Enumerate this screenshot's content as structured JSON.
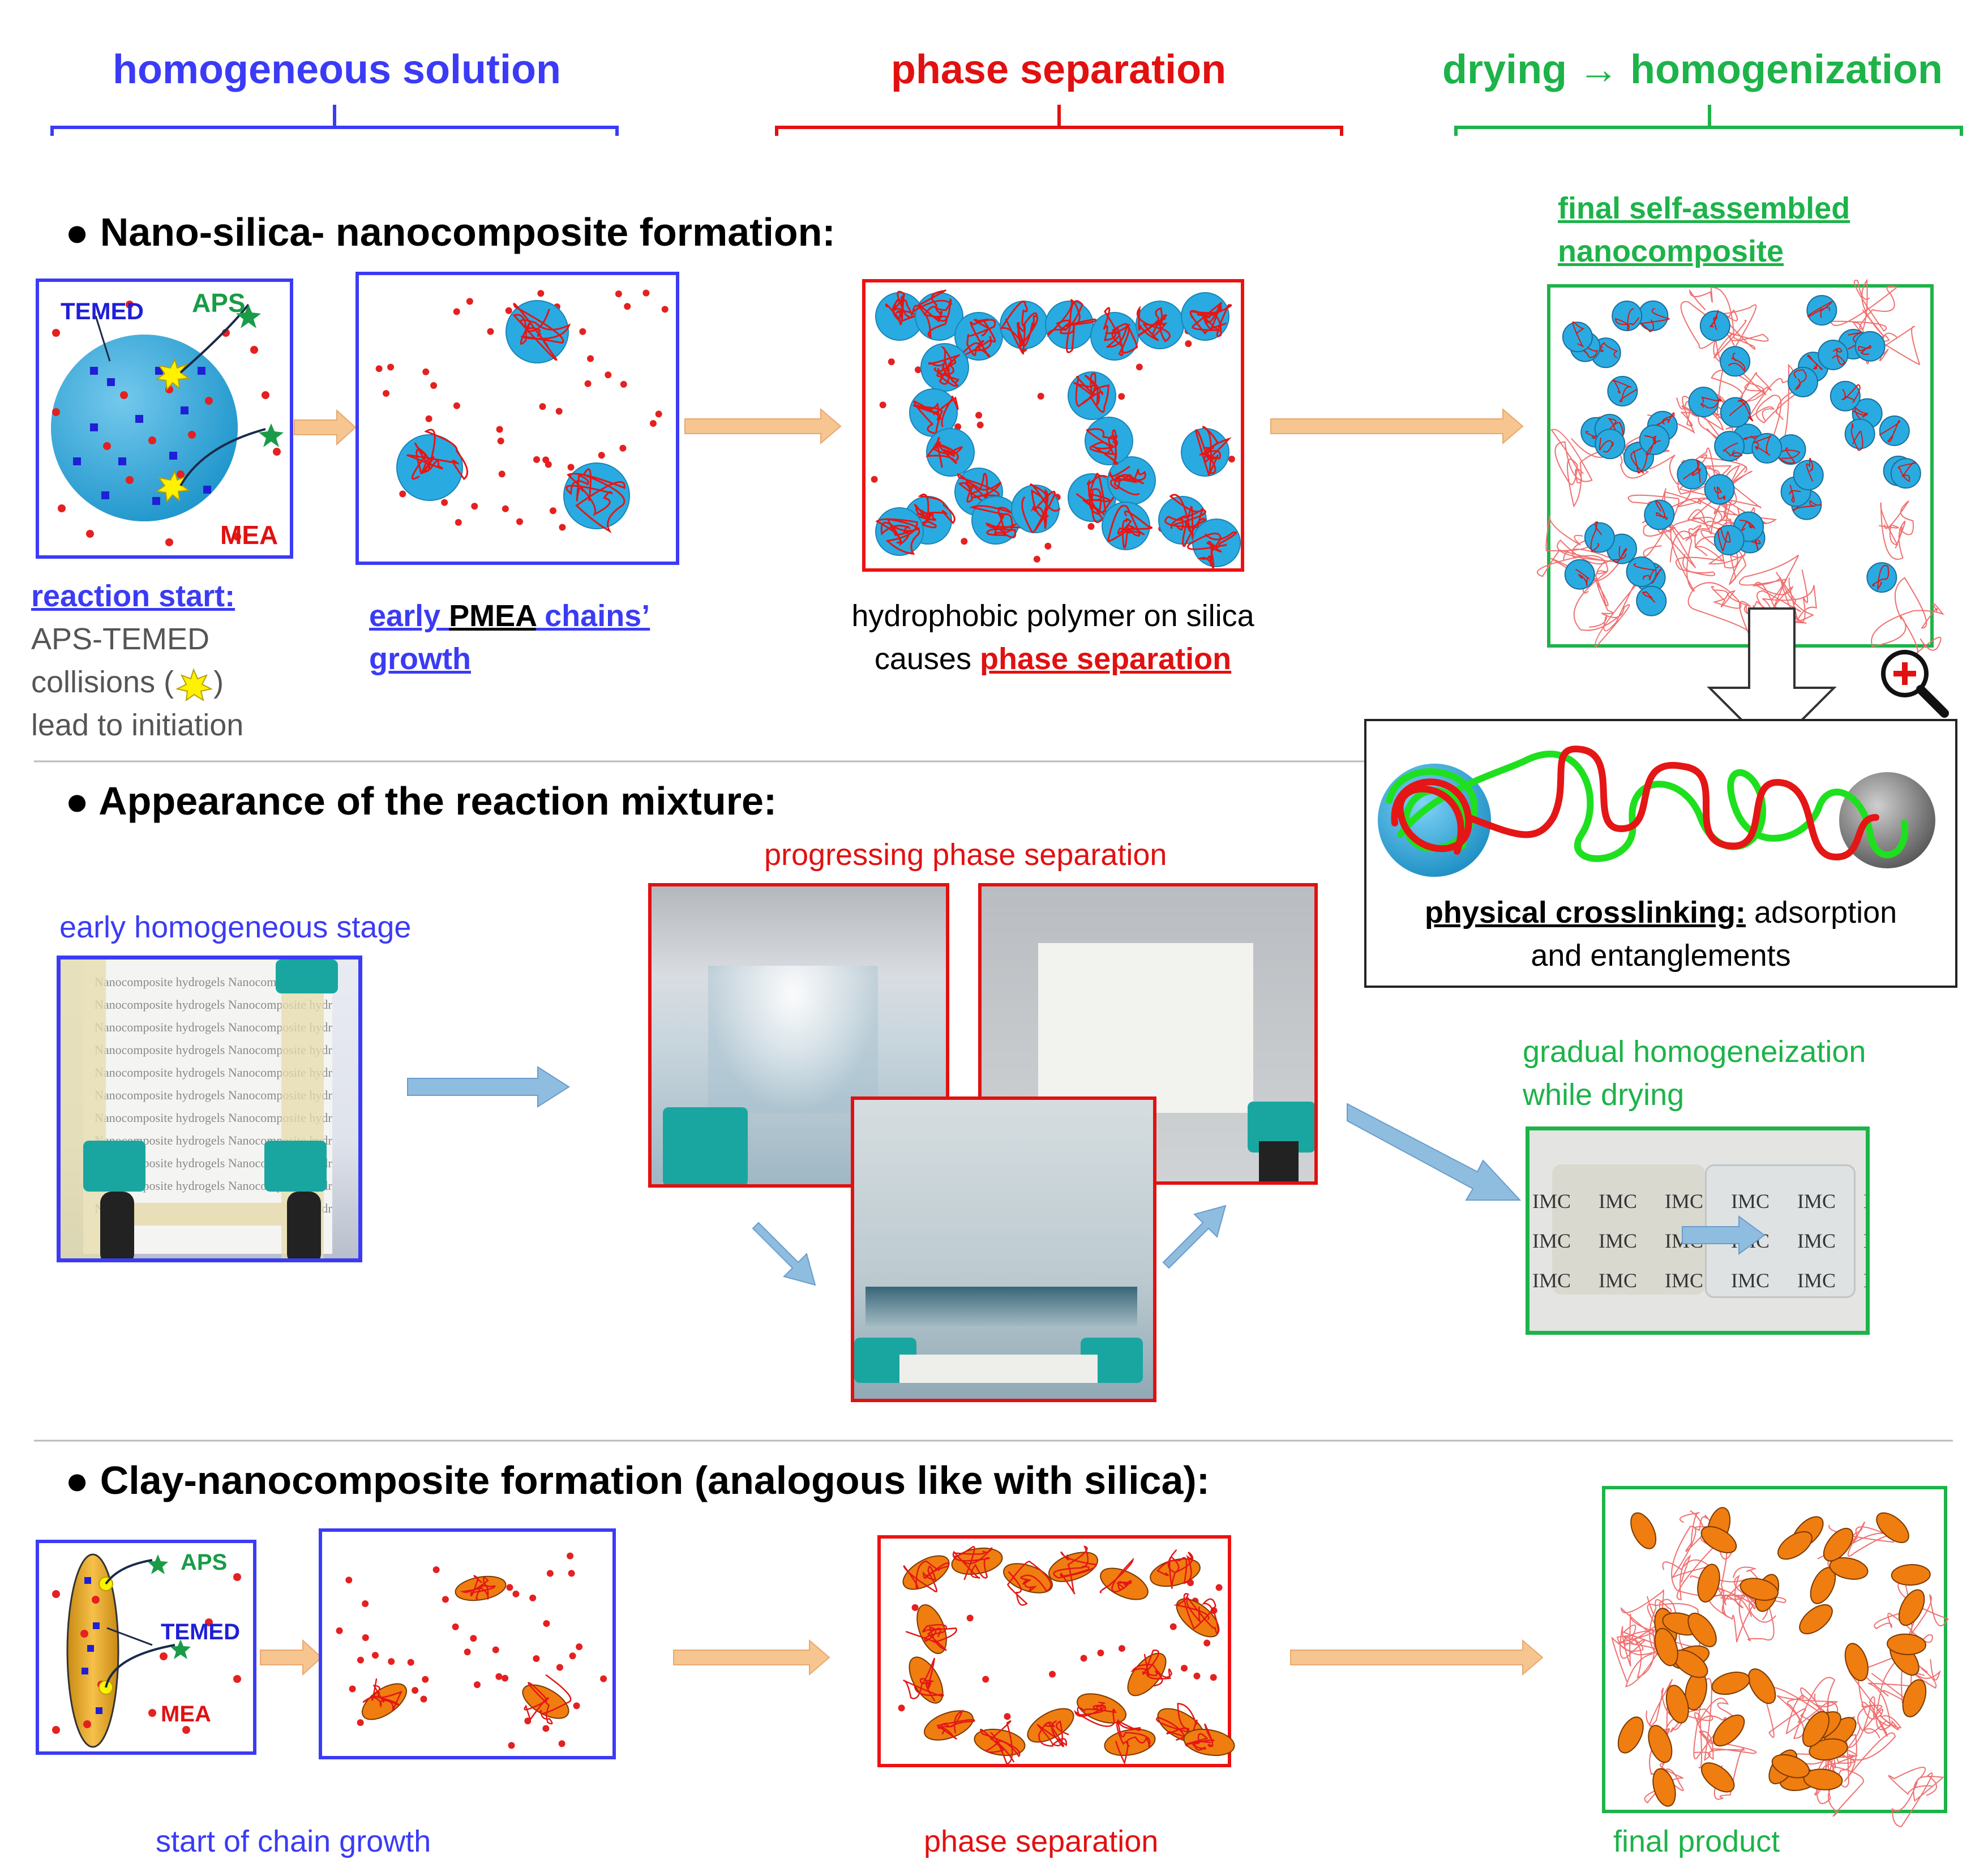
{
  "stage_headers": {
    "stage1": "homogeneous solution",
    "stage2": "phase separation",
    "stage3": "drying → homogenization"
  },
  "sections": {
    "silica": "● Nano-silica- nanocomposite formation:",
    "appearance": "● Appearance of the reaction mixture:",
    "clay": "● Clay-nanocomposite formation (analogous like with silica):"
  },
  "silica_panel": {
    "label_temed": "TEMED",
    "label_aps": "APS",
    "label_mea": "MEA",
    "caption_start_title": "reaction start:",
    "caption_start_line1": "APS-TEMED",
    "caption_start_line2a": "collisions (",
    "caption_start_line2b": ")",
    "caption_start_line3": "lead to initiation",
    "caption_growth_a": "early ",
    "caption_growth_b": "PMEA",
    "caption_growth_c": " chains’",
    "caption_growth_d": "growth",
    "caption_phase_line1": "hydrophobic polymer on silica",
    "caption_phase_line2a": "causes ",
    "caption_phase_line2b": "phase separation",
    "caption_final_line1": "final self-assembled",
    "caption_final_line2": "nanocomposite"
  },
  "zoom_box": {
    "bold": "physical crosslinking:",
    "rest1": " adsorption",
    "rest2": "and entanglements"
  },
  "appearance": {
    "early_stage": "early homogeneous stage",
    "progressing": "progressing phase separation",
    "gradual_line1": "gradual homogeneization",
    "gradual_line2": "while drying",
    "paper_text": "Nanocomposite hydrogels",
    "sample_text": "IMC"
  },
  "clay_panel": {
    "label_aps": "APS",
    "label_temed": "TEMED",
    "label_mea": "MEA",
    "caption_start": "start of chain growth",
    "caption_phase": "phase separation",
    "caption_final": "final product"
  },
  "colors": {
    "blue": "#3b3bf5",
    "red": "#e11111",
    "green": "#1db349",
    "silica": "#29abe2",
    "clay": "#f07d10",
    "arrow_orange": "#f7c58f",
    "arrow_blue": "#8fbde0"
  },
  "icons": [
    "magnifier-plus-icon",
    "collision-star-icon",
    "initiator-star-icon"
  ]
}
